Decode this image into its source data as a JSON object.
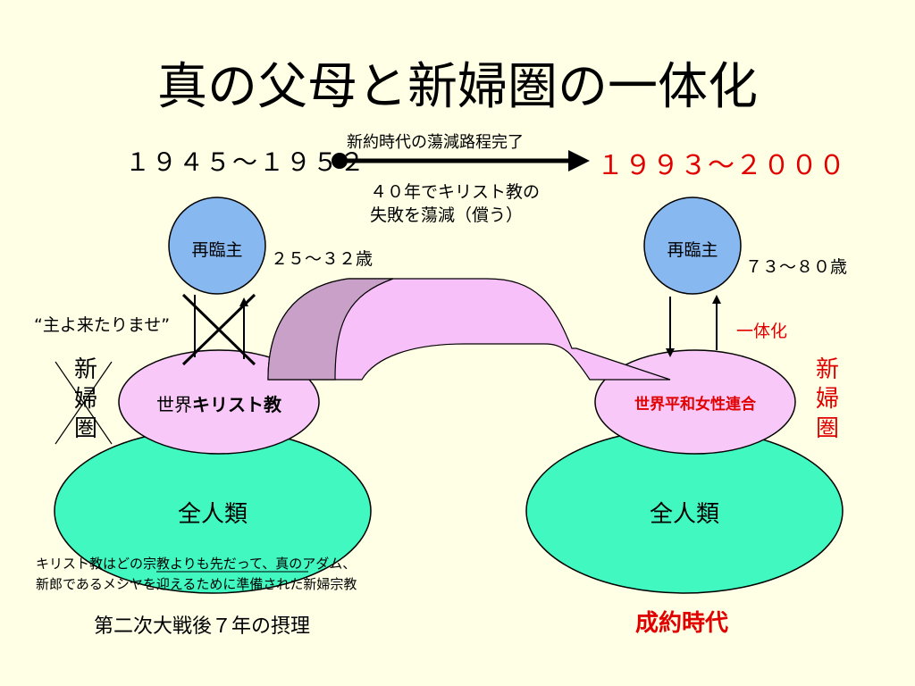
{
  "title": "真の父母と新婦圏の一体化",
  "timeline": {
    "left_years": "１９４５～１９５２",
    "right_years": "１９９３～２０００",
    "arrow_top_label": "新約時代の蕩減路程完了",
    "arrow_bottom_label_line1": "４０年でキリスト教の",
    "arrow_bottom_label_line2": "失敗を蕩減（償う）"
  },
  "left": {
    "lord_label": "再臨主",
    "age": "２５～３２歳",
    "prayer_quote": "“主よ来たりませ”",
    "bride_sphere_vertical": "新婦圏",
    "christianity_prefix": "世界",
    "christianity_bold": "キリスト教",
    "humanity": "全人類",
    "note_line1": "キリスト教はどの宗教よりも先だって、真のアダム、",
    "note_line2": "新郎であるメシヤを迎えるために準備された新婦宗教",
    "caption": "第二次大戦後７年の摂理"
  },
  "right": {
    "lord_label": "再臨主",
    "age": "７３～８０歳",
    "unity_label": "一体化",
    "bride_sphere_vertical": "新婦圏",
    "federation": "世界平和女性連合",
    "humanity": "全人類",
    "caption": "成約時代"
  },
  "colors": {
    "background": "#ffffe6",
    "lord_circle": "#88b8f0",
    "bride_ellipse": "#f8c8f8",
    "humanity_ellipse": "#40f8c0",
    "arrow_left_fill": "#c8a0c8",
    "arrow_right_fill": "#f8c0f8",
    "accent_red": "#e00000"
  }
}
